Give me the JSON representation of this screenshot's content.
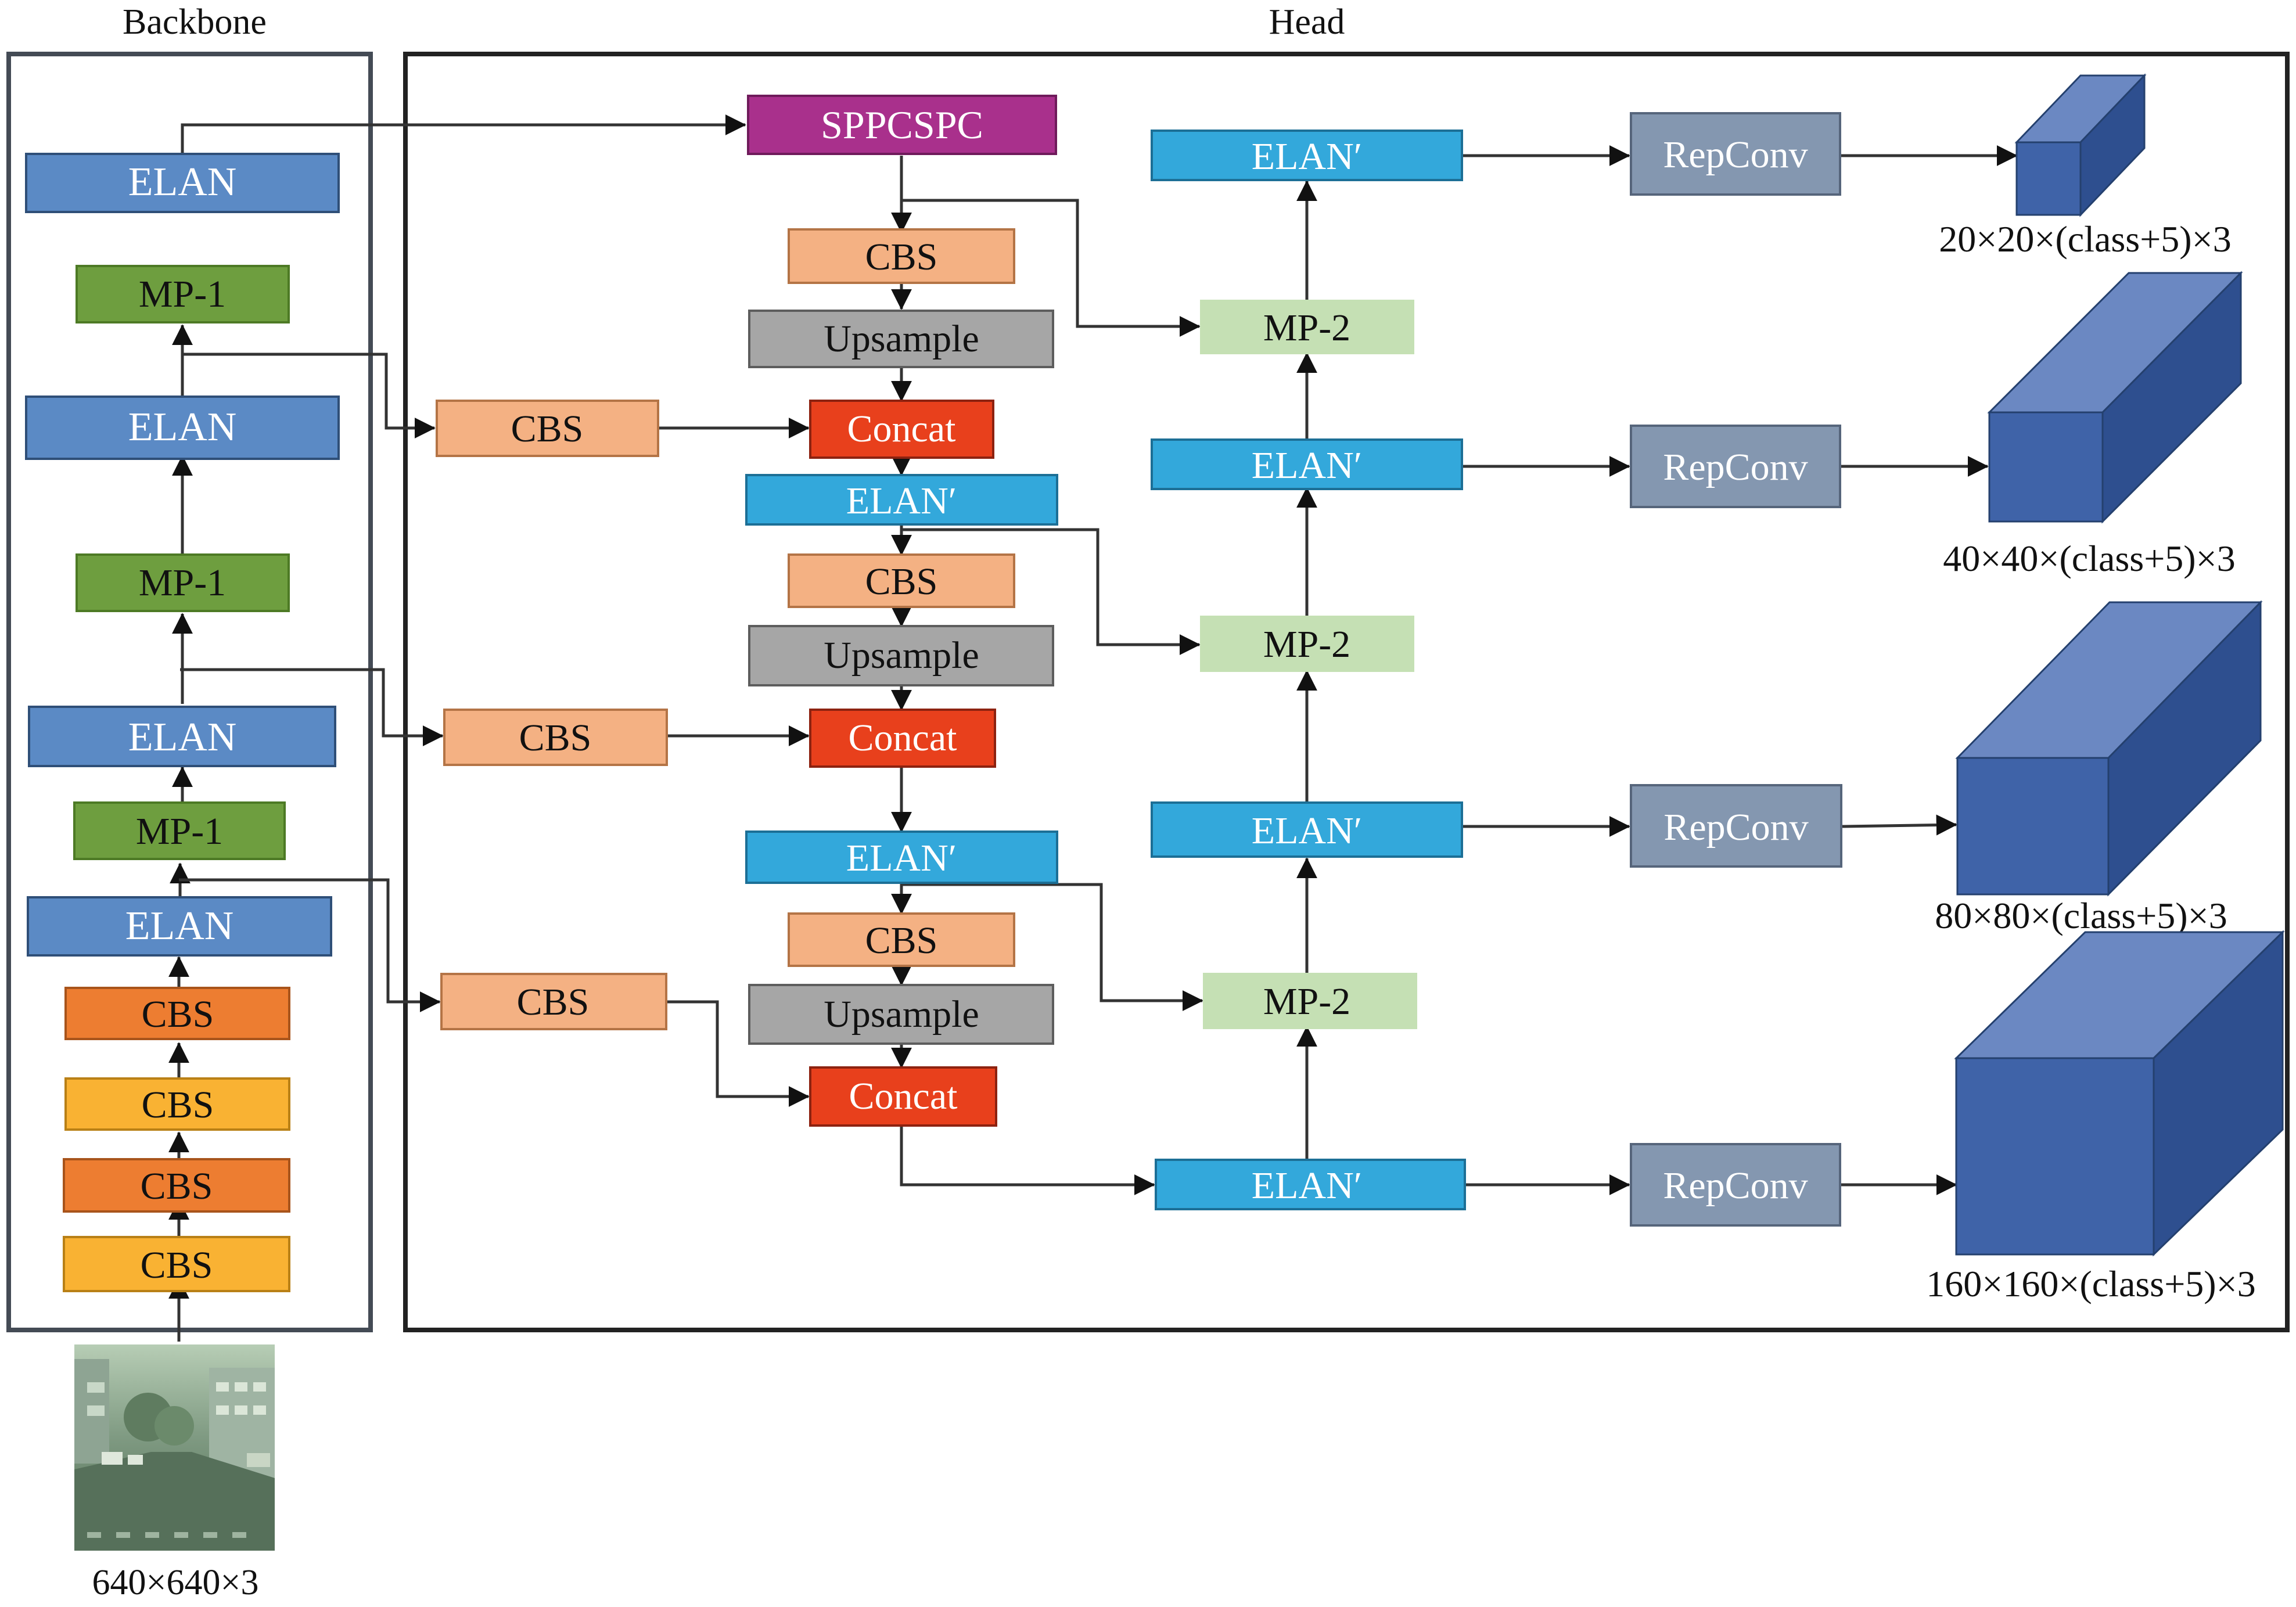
{
  "sections": {
    "backbone": "Backbone",
    "head": "Head"
  },
  "input": {
    "dims": "640×640×3"
  },
  "backbone": {
    "elan_top": "ELAN",
    "mp1_top": "MP-1",
    "elan_2": "ELAN",
    "mp1_mid": "MP-1",
    "elan_3": "ELAN",
    "mp1_low": "MP-1",
    "elan_4": "ELAN",
    "cbs_1": "CBS",
    "cbs_2": "CBS",
    "cbs_3": "CBS",
    "cbs_4": "CBS"
  },
  "neck": {
    "sppcspc": "SPPCSPC",
    "cbs_a": "CBS",
    "upsample_a": "Upsample",
    "concat_a": "Concat",
    "elan_a": "ELAN′",
    "cbs_b": "CBS",
    "upsample_b": "Upsample",
    "concat_b": "Concat",
    "elan_b": "ELAN′",
    "cbs_c": "CBS",
    "upsample_c": "Upsample",
    "concat_c": "Concat",
    "lat_cbs_1": "CBS",
    "lat_cbs_2": "CBS",
    "lat_cbs_3": "CBS"
  },
  "head": {
    "elan_1": "ELAN′",
    "elan_2": "ELAN′",
    "elan_3": "ELAN′",
    "elan_4": "ELAN′",
    "mp2_1": "MP-2",
    "mp2_2": "MP-2",
    "mp2_3": "MP-2",
    "repconv_1": "RepConv",
    "repconv_2": "RepConv",
    "repconv_3": "RepConv",
    "repconv_4": "RepConv"
  },
  "outputs": {
    "out_1": "20×20×(class+5)×3",
    "out_2": "40×40×(class+5)×3",
    "out_3": "80×80×(class+5)×3",
    "out_4": "160×160×(class+5)×3"
  },
  "colors": {
    "elan": "#5b8ac5",
    "mp1": "#6e9e3f",
    "cbs_orange": "#ed7d31",
    "cbs_yellow": "#f9b233",
    "cbs_lateral": "#f4b183",
    "sppcspc": "#a9308c",
    "upsample": "#a6a6a6",
    "concat": "#e8401c",
    "elan_prime": "#33a8db",
    "mp2": "#c5e0b4",
    "repconv": "#8497b0",
    "cube_front": "#3f63a8",
    "cube_top": "#6b88c2",
    "cube_side": "#2e4f8f"
  }
}
